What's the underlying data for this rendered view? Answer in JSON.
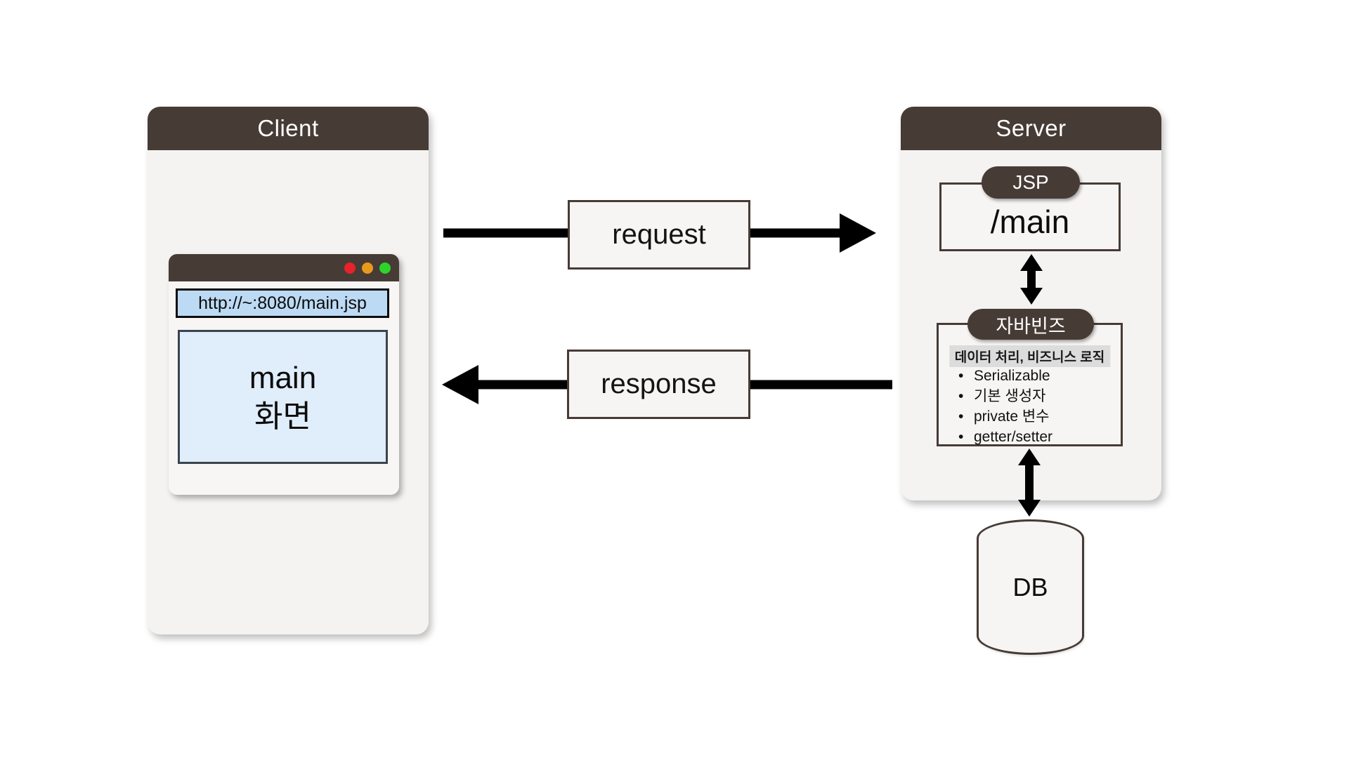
{
  "client": {
    "title": "Client",
    "browser": {
      "url": "http://~:8080/main.jsp",
      "screen_lines": [
        "main",
        "화면"
      ],
      "traffic_light_colors": {
        "close": "#E8222A",
        "minimize": "#E89A1D",
        "maximize": "#2BD52B"
      }
    }
  },
  "flows": {
    "request_label": "request",
    "response_label": "response"
  },
  "server": {
    "title": "Server",
    "jsp": {
      "badge": "JSP",
      "route": "/main"
    },
    "beans": {
      "badge": "자바빈즈",
      "subtitle": "데이터 처리, 비즈니스 로직",
      "bullets": [
        "Serializable",
        "기본 생성자",
        "private 변수",
        "getter/setter"
      ]
    },
    "db_label": "DB"
  },
  "colors": {
    "panel_header": "#473B36",
    "panel_body": "#F4F3F1",
    "box_border": "#473B36",
    "url_bar_bg": "#BCDAF3",
    "screen_bg": "#E0EDFA",
    "screen_border": "#3A454E",
    "highlight_bg": "#DCDCDC",
    "arrow": "#000000",
    "page_bg": "#FFFFFF"
  }
}
